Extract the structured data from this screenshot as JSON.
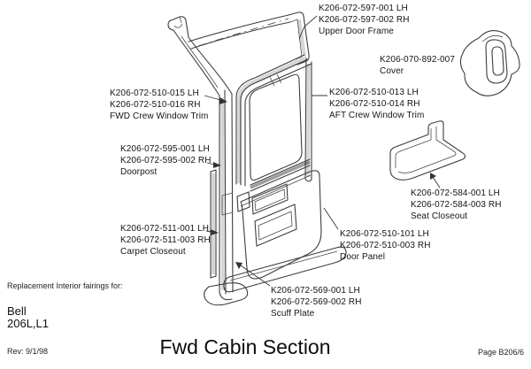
{
  "page": {
    "title": "Fwd Cabin Section",
    "rev": "Rev: 9/1/98",
    "page_number": "Page B206/6"
  },
  "applicability": {
    "note": "Replacement Interior fairings for:",
    "make": "Bell",
    "model": "206L,L1"
  },
  "callouts": {
    "upper_door_frame": {
      "part_lh": "K206-072-597-001 LH",
      "part_rh": "K206-072-597-002 RH",
      "name": "Upper Door Frame"
    },
    "cover": {
      "part": "K206-070-892-007",
      "name": "Cover"
    },
    "fwd_crew_window_trim": {
      "part_lh": "K206-072-510-015 LH",
      "part_rh": "K206-072-510-016 RH",
      "name": "FWD Crew Window Trim"
    },
    "aft_crew_window_trim": {
      "part_lh": "K206-072-510-013 LH",
      "part_rh": "K206-072-510-014 RH",
      "name": "AFT Crew Window Trim"
    },
    "doorpost": {
      "part_lh": "K206-072-595-001 LH",
      "part_rh": "K206-072-595-002 RH",
      "name": "Doorpost"
    },
    "seat_closeout": {
      "part_lh": "K206-072-584-001 LH",
      "part_rh": "K206-072-584-003 RH",
      "name": "Seat Closeout"
    },
    "carpet_closeout": {
      "part_lh": "K206-072-511-001 LH",
      "part_rh": "K206-072-511-003 RH",
      "name": "Carpet Closeout"
    },
    "door_panel": {
      "part_lh": "K206-072-510-101 LH",
      "part_rh": "K206-072-510-003 RH",
      "name": "Door Panel"
    },
    "scuff_plate": {
      "part_lh": "K206-072-569-001 LH",
      "part_rh": "K206-072-569-002 RH",
      "name": "Scuff Plate"
    }
  },
  "colors": {
    "background": "#ffffff",
    "line_art": "#3d3d3d",
    "text": "#141414"
  }
}
